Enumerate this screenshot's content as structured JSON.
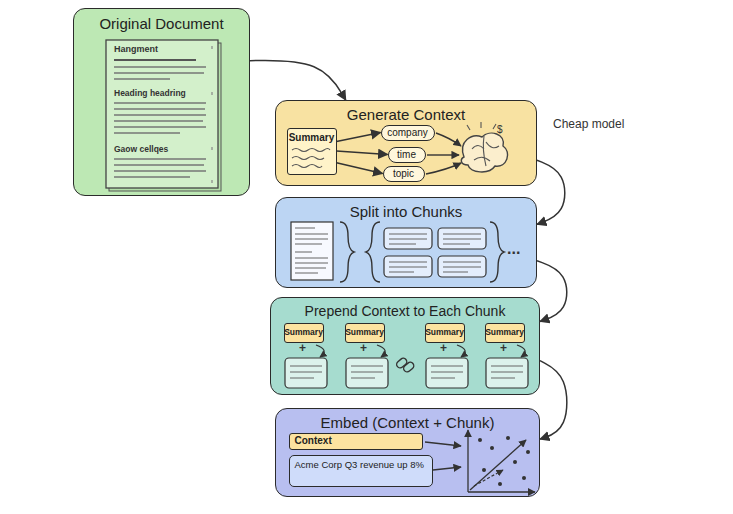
{
  "diagram": {
    "nodes": [
      {
        "text": [
          "Original Document"
        ]
      },
      {
        "text": [
          "Generate Context"
        ]
      },
      {
        "text": [
          "Summary"
        ],
        "in": 1
      },
      {
        "text": [
          "company"
        ],
        "in": 1
      },
      {
        "text": [
          "time"
        ],
        "in": 1
      },
      {
        "text": [
          "topic"
        ],
        "in": 1
      },
      {
        "text": [
          "Split into Chunks"
        ]
      },
      {
        "text": [
          "Prepend Context to Each Chunk"
        ]
      },
      {
        "text": [
          "Summary"
        ],
        "in": 7
      },
      {
        "text": [
          "Summary"
        ],
        "in": 7
      },
      {
        "text": [
          "Summary"
        ],
        "in": 7
      },
      {
        "text": [
          "Summary"
        ],
        "in": 7
      },
      {
        "text": [
          "Embed (Context + Chunk)"
        ]
      },
      {
        "text": [
          "Context"
        ],
        "in": 12
      },
      {
        "text": [
          "Acme Corp Q3 revenue up 8%"
        ],
        "in": 12
      }
    ],
    "edges": [
      {
        "from": 0,
        "to": 1,
        "arrow": "to"
      },
      {
        "from": 1,
        "to": 6,
        "arrow": "to"
      },
      {
        "from": 2,
        "to": 3,
        "arrow": "to"
      },
      {
        "from": 2,
        "to": 4,
        "arrow": "to"
      },
      {
        "from": 2,
        "to": 5,
        "arrow": "to"
      },
      {
        "from": 6,
        "to": 7,
        "arrow": "to"
      },
      {
        "from": 7,
        "to": 12,
        "arrow": "to"
      }
    ],
    "labels": [
      "Hangment",
      "Heading headring",
      "Gaow cellqes",
      "Cheap model",
      "$",
      "...",
      "+",
      "+",
      "+",
      "+"
    ]
  }
}
